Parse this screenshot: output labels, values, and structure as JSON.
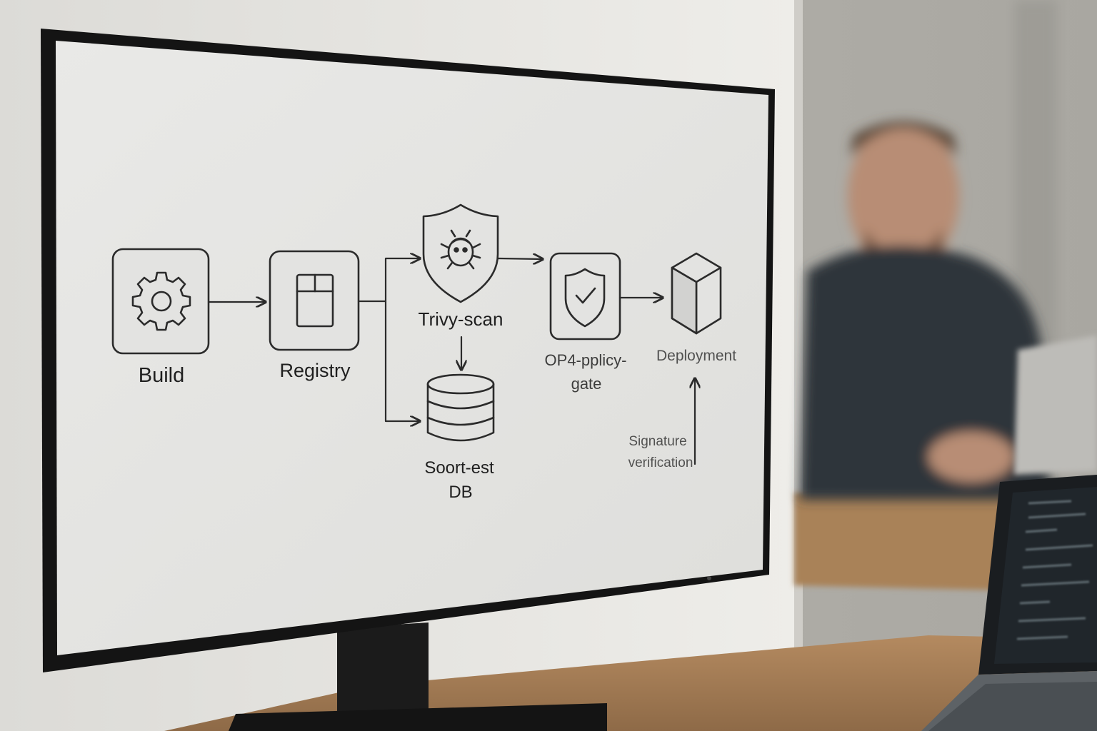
{
  "diagram": {
    "nodes": [
      {
        "id": "build",
        "label": "Build",
        "icon": "gear-icon"
      },
      {
        "id": "registry",
        "label": "Registry",
        "icon": "container-registry-icon"
      },
      {
        "id": "trivy",
        "label": "Trivy-scan",
        "icon": "bug-shield-icon"
      },
      {
        "id": "db",
        "label_line1": "Soort-est",
        "label_line2": "DB",
        "icon": "database-icon"
      },
      {
        "id": "opa",
        "label_line1": "OP4-pplicy-",
        "label_line2": "gate",
        "icon": "shield-check-icon"
      },
      {
        "id": "deploy",
        "label": "Deployment",
        "icon": "cube-icon"
      }
    ],
    "signature": {
      "line1": "Signature",
      "line2": "verification"
    }
  },
  "colors": {
    "screen_bg": "#e6e6e4",
    "bezel": "#141414",
    "icon_stroke": "#2b2b2b",
    "wall": "#e9e8e5",
    "desk": "#a07a55"
  }
}
